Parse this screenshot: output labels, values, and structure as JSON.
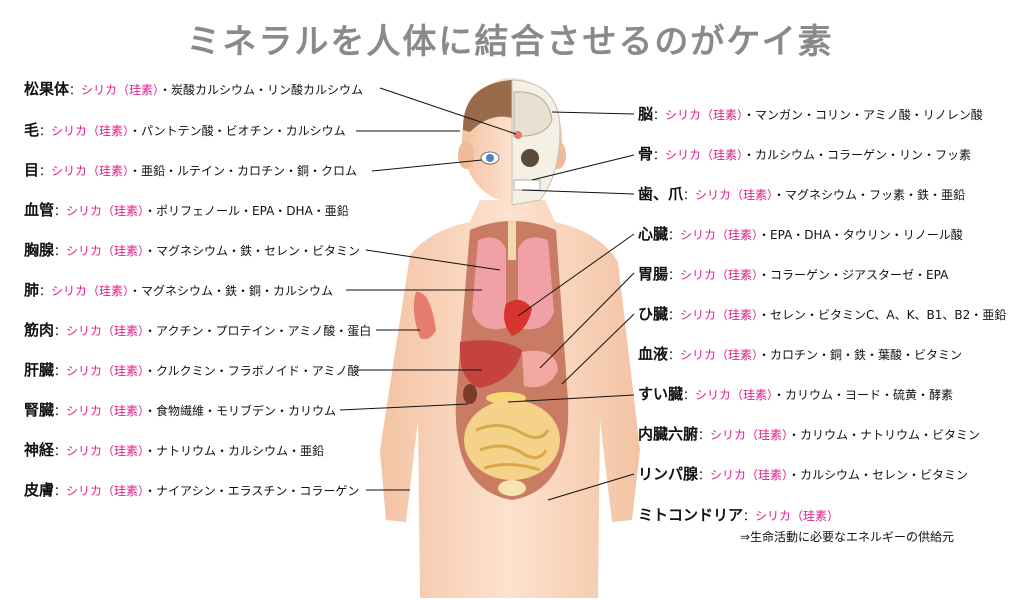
{
  "title": "ミネラルを人体に結合させるのがケイ素",
  "left_items": [
    {
      "organ": "松果体",
      "silica": "シリカ（珪素）",
      "rest": "・炭酸カルシウム・リン酸カルシウム"
    },
    {
      "organ": "毛",
      "silica": "シリカ（珪素）",
      "rest": "・パントテン酸・ビオチン・カルシウム"
    },
    {
      "organ": "目",
      "silica": "シリカ（珪素）",
      "rest": "・亜鉛・ルテイン・カロチン・銅・クロム"
    },
    {
      "organ": "血管",
      "silica": "シリカ（珪素）",
      "rest": "・ポリフェノール・EPA・DHA・亜鉛"
    },
    {
      "organ": "胸腺",
      "silica": "シリカ（珪素）",
      "rest": "・マグネシウム・鉄・セレン・ビタミン"
    },
    {
      "organ": "肺",
      "silica": "シリカ（珪素）",
      "rest": "・マグネシウム・鉄・銅・カルシウム"
    },
    {
      "organ": "筋肉",
      "silica": "シリカ（珪素）",
      "rest": "・アクチン・プロテイン・アミノ酸・蛋白"
    },
    {
      "organ": "肝臓",
      "silica": "シリカ（珪素）",
      "rest": "・クルクミン・フラボノイド・アミノ酸"
    },
    {
      "organ": "腎臓",
      "silica": "シリカ（珪素）",
      "rest": "・食物繊維・モリブデン・カリウム"
    },
    {
      "organ": "神経",
      "silica": "シリカ（珪素）",
      "rest": "・ナトリウム・カルシウム・亜鉛"
    },
    {
      "organ": "皮膚",
      "silica": "シリカ（珪素）",
      "rest": "・ナイアシン・エラスチン・コラーゲン"
    }
  ],
  "right_items": [
    {
      "organ": "脳",
      "silica": "シリカ（珪素）",
      "rest": "・マンガン・コリン・アミノ酸・リノレン酸"
    },
    {
      "organ": "骨",
      "silica": "シリカ（珪素）",
      "rest": "・カルシウム・コラーゲン・リン・フッ素"
    },
    {
      "organ": "歯、爪",
      "silica": "シリカ（珪素）",
      "rest": "・マグネシウム・フッ素・鉄・亜鉛"
    },
    {
      "organ": "心臓",
      "silica": "シリカ（珪素）",
      "rest": "・EPA・DHA・タウリン・リノール酸"
    },
    {
      "organ": "胃腸",
      "silica": "シリカ（珪素）",
      "rest": "・コラーゲン・ジアスターゼ・EPA"
    },
    {
      "organ": "ひ臓",
      "silica": "シリカ（珪素）",
      "rest": "・セレン・ビタミンC、A、K、B1、B2・亜鉛"
    },
    {
      "organ": "血液",
      "silica": "シリカ（珪素）",
      "rest": "・カロチン・銅・鉄・葉酸・ビタミン"
    },
    {
      "organ": "すい臓",
      "silica": "シリカ（珪素）",
      "rest": "・カリウム・ヨード・硫黄・酵素"
    },
    {
      "organ": "内臓六腑",
      "silica": "シリカ（珪素）",
      "rest": "・カリウム・ナトリウム・ビタミン"
    },
    {
      "organ": "リンパ腺",
      "silica": "シリカ（珪素）",
      "rest": "・カルシウム・セレン・ビタミン"
    },
    {
      "organ": "ミトコンドリア",
      "silica": "シリカ（珪素）",
      "rest": ""
    }
  ],
  "sep": "：",
  "mitochondria_note": "⇒生命活動に必要なエネルギーの供給元",
  "colors": {
    "silica": "#e0218a",
    "title": "#8a8a8a",
    "skin": "#f8d3b8",
    "organ_red": "#e0504a"
  }
}
